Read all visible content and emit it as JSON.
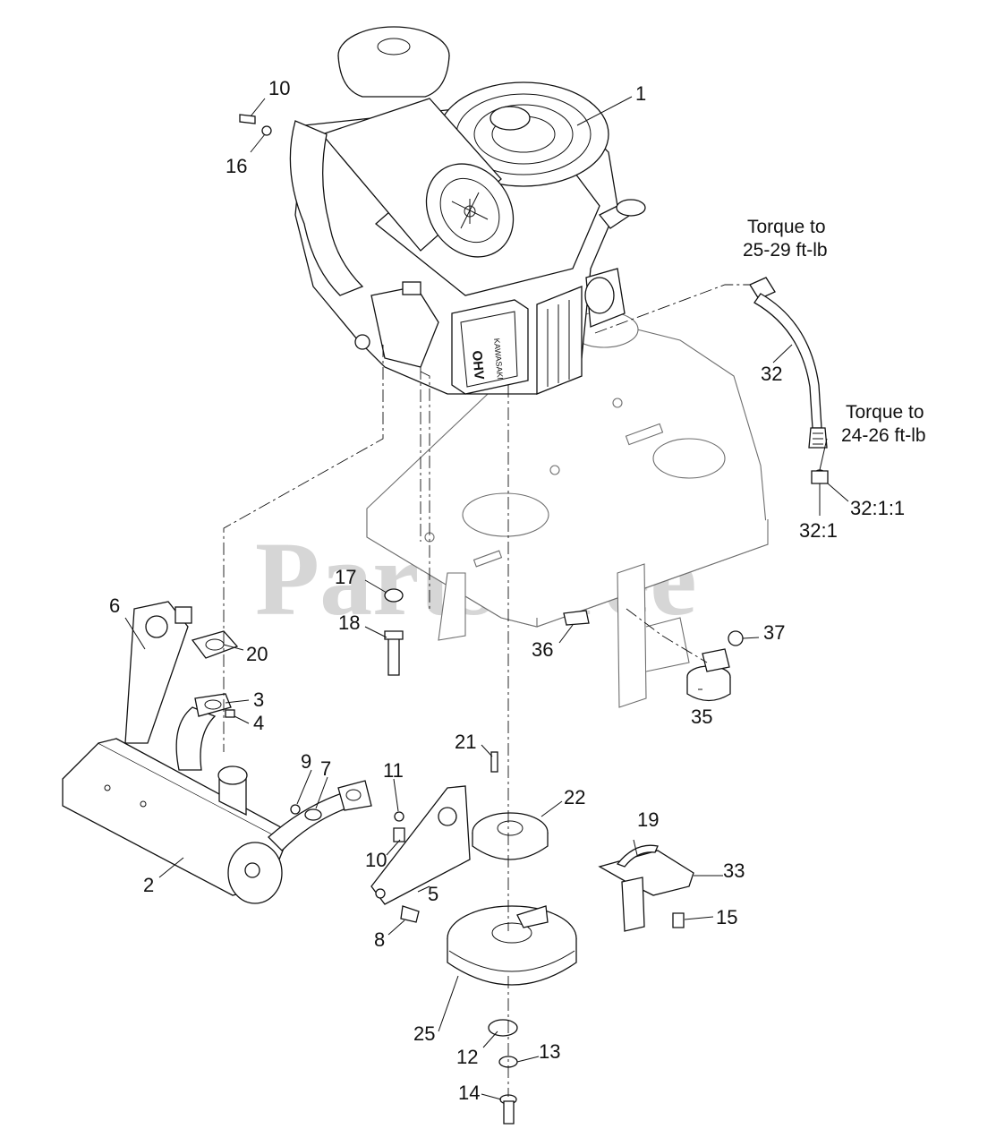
{
  "watermark": {
    "text": "PartsTree",
    "trademark": "™"
  },
  "notes": {
    "hose_top_line1": "Torque to",
    "hose_top_line2": "25-29 ft-lb",
    "hose_bottom_line1": "Torque to",
    "hose_bottom_line2": "24-26 ft-lb"
  },
  "callouts": {
    "c1": "1",
    "c2": "2",
    "c3": "3",
    "c4": "4",
    "c5": "5",
    "c6": "6",
    "c7": "7",
    "c8": "8",
    "c9": "9",
    "c10a": "10",
    "c10b": "10",
    "c11": "11",
    "c12": "12",
    "c13": "13",
    "c14": "14",
    "c15": "15",
    "c16": "16",
    "c17": "17",
    "c18": "18",
    "c19": "19",
    "c20": "20",
    "c21": "21",
    "c22": "22",
    "c25": "25",
    "c32": "32",
    "c32_1": "32:1",
    "c32_1_1": "32:1:1",
    "c33": "33",
    "c35": "35",
    "c36": "36",
    "c37": "37"
  },
  "engine_marks": {
    "valve_cover": "OHV",
    "brand": "KAWASAKI"
  }
}
